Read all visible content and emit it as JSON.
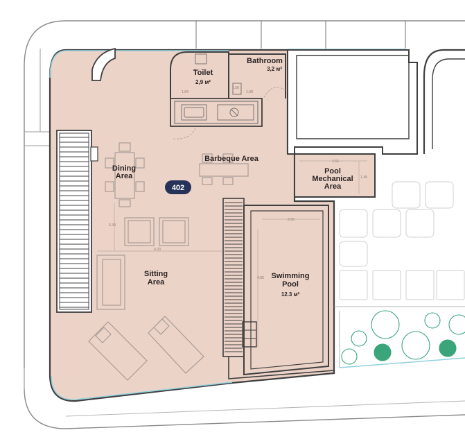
{
  "unit_number": "402",
  "rooms": {
    "toilet": {
      "name": "Toilet",
      "area": "2,9 м²"
    },
    "bathroom": {
      "name": "Bathroom",
      "area": "3,2 м²"
    },
    "barbeque": {
      "name": "Barbeque Area"
    },
    "dining": {
      "line1": "Dining",
      "line2": "Area"
    },
    "pool_mech": {
      "line1": "Pool",
      "line2": "Mechanical",
      "line3": "Area"
    },
    "sitting": {
      "line1": "Sitting",
      "line2": "Area"
    },
    "pool": {
      "line1": "Swimming",
      "line2": "Pool",
      "area": "12.3 м²"
    }
  },
  "dimensions": {
    "toilet_width": "1.84",
    "bathroom_width": "1.98",
    "bathroom_height": "1.58",
    "pool_mech_width": "2.65",
    "pool_mech_height": "1.48",
    "dining_height": "5.39",
    "living_width": "4.33",
    "pool_width": "2.56",
    "pool_length": "4.80"
  },
  "colors": {
    "floor": "#ecd3c8",
    "wall": "#3f3f3f",
    "glass": "#8fd0df",
    "furniture": "#a89c97",
    "tree": "#3aa57a",
    "badge": "#273258"
  }
}
